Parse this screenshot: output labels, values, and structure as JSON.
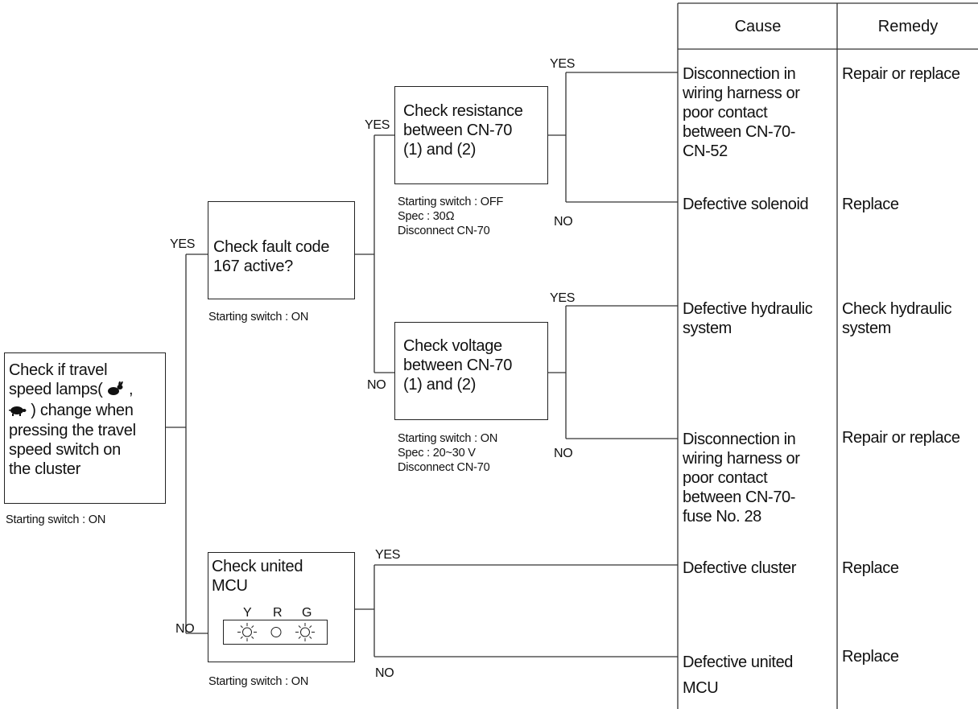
{
  "table": {
    "cause_header": "Cause",
    "remedy_header": "Remedy",
    "rows": [
      {
        "cause": "Disconnection in\nwiring harness or\npoor contact\nbetween CN-70-\nCN-52",
        "remedy": "Repair or replace"
      },
      {
        "cause": "Defective solenoid",
        "remedy": "Replace"
      },
      {
        "cause": "Defective hydraulic\nsystem",
        "remedy": "Check hydraulic\nsystem"
      },
      {
        "cause": "Disconnection in\nwiring harness or\npoor contact\nbetween CN-70-\nfuse No. 28",
        "remedy": "Repair or replace"
      },
      {
        "cause": "Defective cluster",
        "remedy": "Replace"
      },
      {
        "cause": "Defective united\nMCU",
        "remedy": "Replace"
      }
    ]
  },
  "start": {
    "text_a": "Check if travel\nspeed lamps(",
    "text_b": ",",
    "text_c": ") change when\npressing the travel\nspeed switch on\nthe cluster",
    "cond": "Starting switch : ON",
    "rabbit_icon": "rabbit-icon",
    "turtle_icon": "turtle-icon"
  },
  "fault": {
    "text": "Check fault code\n167 active?",
    "cond": "Starting switch : ON"
  },
  "resistance": {
    "text": "Check resistance\nbetween CN-70\n(1) and (2)",
    "cond1": "Starting switch : OFF",
    "cond2": "Spec : 30Ω",
    "cond3": "Disconnect CN-70"
  },
  "voltage": {
    "text": "Check voltage\nbetween CN-70\n(1) and (2)",
    "cond1": "Starting switch : ON",
    "cond2": "Spec : 20~30 V",
    "cond3": "Disconnect CN-70"
  },
  "mcu": {
    "text": "Check united\nMCU",
    "cond": "Starting switch : ON",
    "lamp_labels": [
      "Y",
      "R",
      "G"
    ],
    "lamp_icons": [
      "lamp-on-icon",
      "lamp-off-icon",
      "lamp-on-icon"
    ]
  },
  "branch_labels": {
    "yes": "YES",
    "no": "NO"
  }
}
